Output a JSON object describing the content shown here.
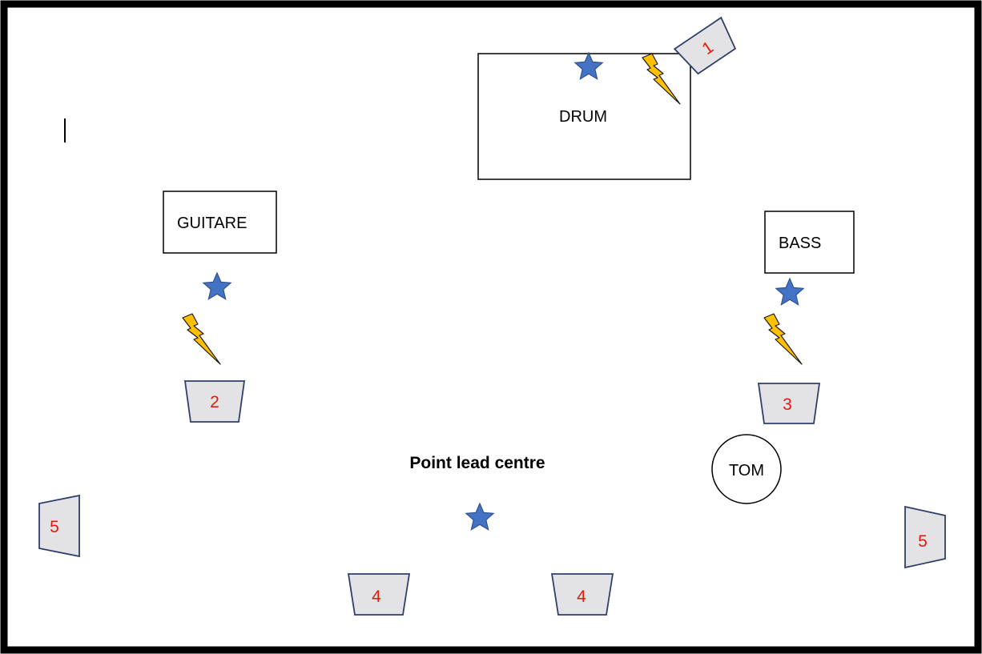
{
  "colors": {
    "wedge_fill": "#e3e3e6",
    "wedge_stroke": "#2f3f6a",
    "star_fill": "#4472c4",
    "star_stroke": "#2f528f",
    "bolt_fill": "#ffc000",
    "number_color": "#e8160c",
    "frame": "#000000"
  },
  "instruments": {
    "drum": "DRUM",
    "guitar": "GUITARE",
    "bass": "BASS",
    "tom": "TOM"
  },
  "lead_label": "Point lead centre",
  "monitors": {
    "m1": "1",
    "m2": "2",
    "m3": "3",
    "m4_left": "4",
    "m4_right": "4",
    "m5_left": "5",
    "m5_right": "5"
  },
  "icons": {
    "mic_position": "star-icon",
    "power_outlet": "lightning-bolt-icon",
    "monitor_wedge": "wedge-monitor-icon"
  }
}
